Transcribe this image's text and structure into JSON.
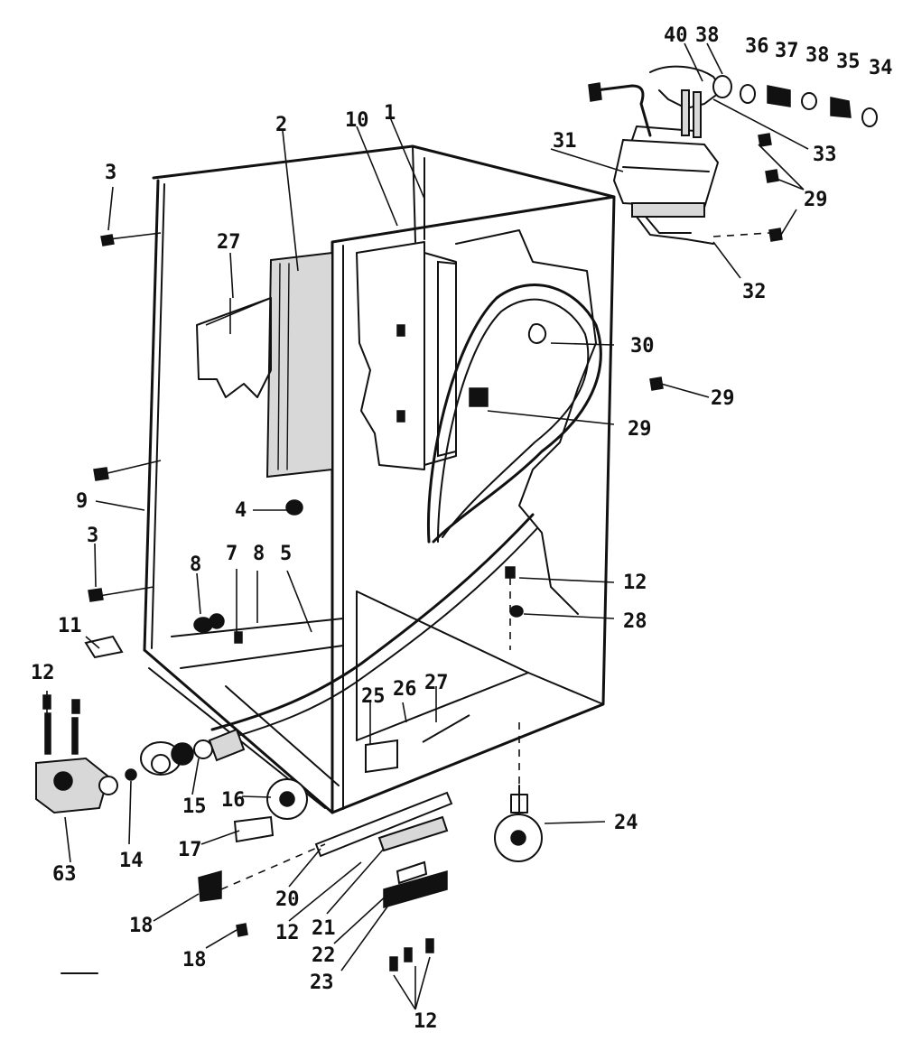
{
  "callouts": {
    "c1": "1",
    "c2": "2",
    "c3a": "3",
    "c3b": "3",
    "c4": "4",
    "c5": "5",
    "c7": "7",
    "c8a": "8",
    "c8b": "8",
    "c9": "9",
    "c10": "10",
    "c11": "11",
    "c12a": "12",
    "c12b": "12",
    "c12c": "12",
    "c12d": "12",
    "c14": "14",
    "c15": "15",
    "c16": "16",
    "c17": "17",
    "c18a": "18",
    "c18b": "18",
    "c20": "20",
    "c21": "21",
    "c22": "22",
    "c23": "23",
    "c24": "24",
    "c25": "25",
    "c26": "26",
    "c27a": "27",
    "c27b": "27",
    "c28": "28",
    "c29a": "29",
    "c29b": "29",
    "c29c": "29",
    "c30": "30",
    "c31": "31",
    "c32": "32",
    "c33": "33",
    "c34": "34",
    "c35": "35",
    "c36": "36",
    "c37": "37",
    "c38a": "38",
    "c38b": "38",
    "c40": "40",
    "c63": "63"
  },
  "icons": {
    "cabinet": "cabinet-frame-icon",
    "junction_box": "junction-box-icon",
    "power_cord": "power-cord-plug-icon",
    "hose": "drain-hose-icon",
    "casters": "caster-wheel-icon",
    "valve": "water-inlet-valve-icon",
    "pump": "motor-pump-icon",
    "bracket": "latch-bracket-icon",
    "panel": "insulation-panel-icon"
  }
}
